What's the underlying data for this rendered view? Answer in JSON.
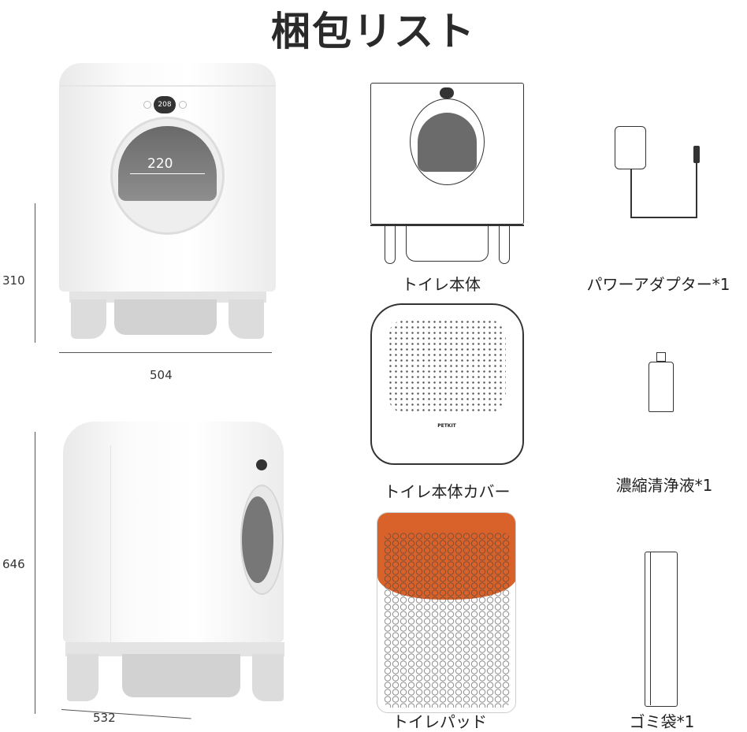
{
  "title": "梱包リスト",
  "dimensions": {
    "front_height": "310",
    "front_width": "504",
    "entrance_width": "220",
    "side_height": "646",
    "side_depth": "532"
  },
  "device_display": "208",
  "brand_logo": "PETKIT",
  "items": [
    {
      "label": "トイレ本体",
      "icon": "litter-box-body"
    },
    {
      "label": "パワーアダプター*1",
      "icon": "power-adapter"
    },
    {
      "label": "トイレ本体カバー",
      "icon": "litter-box-cover"
    },
    {
      "label": "濃縮清浄液*1",
      "icon": "liquid-bottle"
    },
    {
      "label": "トイレパッド",
      "icon": "litter-pad"
    },
    {
      "label": "ゴミ袋*1",
      "icon": "trash-bag-roll"
    }
  ],
  "colors": {
    "pad_orange": "#d9622a",
    "product_white": "#f7f7f7"
  }
}
